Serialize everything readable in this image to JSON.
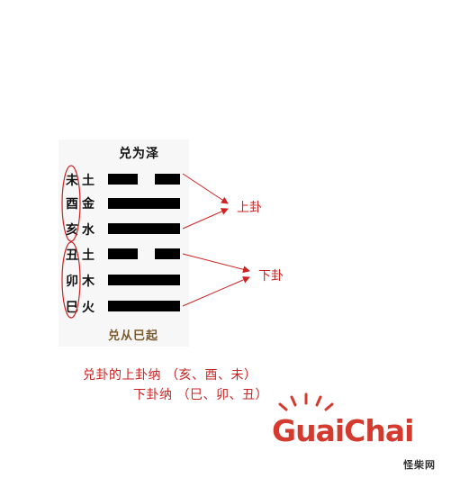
{
  "title": "兑为泽",
  "lines": [
    {
      "branch": "未",
      "element": "土",
      "yin": true
    },
    {
      "branch": "酉",
      "element": "金",
      "yin": false
    },
    {
      "branch": "亥",
      "element": "水",
      "yin": false
    },
    {
      "branch": "丑",
      "element": "土",
      "yin": true
    },
    {
      "branch": "卯",
      "element": "木",
      "yin": false
    },
    {
      "branch": "巳",
      "element": "火",
      "yin": false
    }
  ],
  "upper_label": "上卦",
  "lower_label": "下卦",
  "footer": "兑从巳起",
  "notes": {
    "line1": "兑卦的上卦纳 （亥、酉、未）",
    "line2": "下卦纳 （巳、卯、丑）"
  },
  "logo": {
    "text": "GuaiChai",
    "subtext": "怪柴网"
  },
  "colors": {
    "accent": "#cc2222",
    "footer": "#7a5a2a",
    "logo": "#d43a2e"
  }
}
